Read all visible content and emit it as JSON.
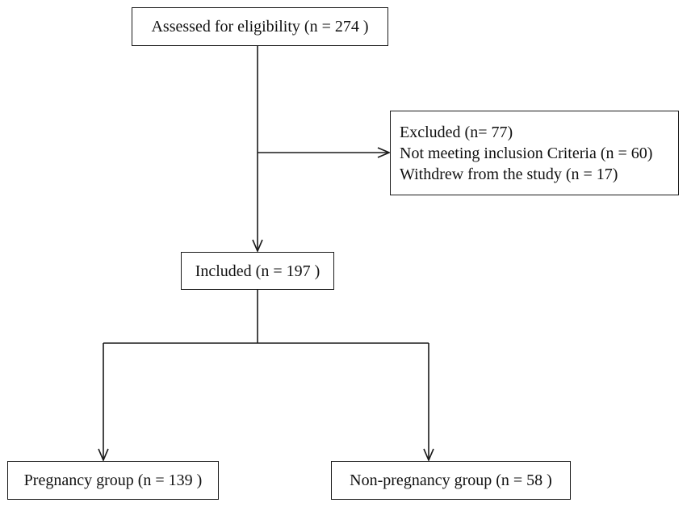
{
  "flowchart": {
    "assessed": {
      "label": "Assessed for eligibility (n = 274 )"
    },
    "excluded": {
      "lines": [
        "Excluded (n= 77)",
        "Not meeting inclusion Criteria (n = 60)",
        "Withdrew from the study (n = 17)"
      ]
    },
    "included": {
      "label": "Included (n = 197 )"
    },
    "pregnancy_group": {
      "label": "Pregnancy group (n = 139 )"
    },
    "non_pregnancy_group": {
      "label": "Non-pregnancy group (n = 58 )"
    }
  },
  "colors": {
    "line": "#1a1a1a",
    "box_border": "#1a1a1a",
    "background": "#ffffff"
  }
}
